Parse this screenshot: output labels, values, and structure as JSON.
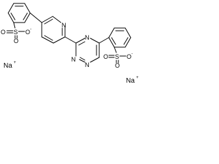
{
  "molecule": {
    "atoms": {
      "sulfonate_left": {
        "o1": "O",
        "s": "S",
        "o2": "O",
        "o3": "O",
        "charge": "-"
      },
      "pyridine_n": "N",
      "triazine_n1": "N",
      "triazine_n2": "N",
      "triazine_n3": "N",
      "sulfonate_right": {
        "o1": "O",
        "s": "S",
        "o2": "O",
        "o3": "O",
        "charge": "-"
      }
    },
    "counterions": {
      "left": {
        "symbol": "Na",
        "charge": "+"
      },
      "right": {
        "symbol": "Na",
        "charge": "+"
      }
    }
  }
}
